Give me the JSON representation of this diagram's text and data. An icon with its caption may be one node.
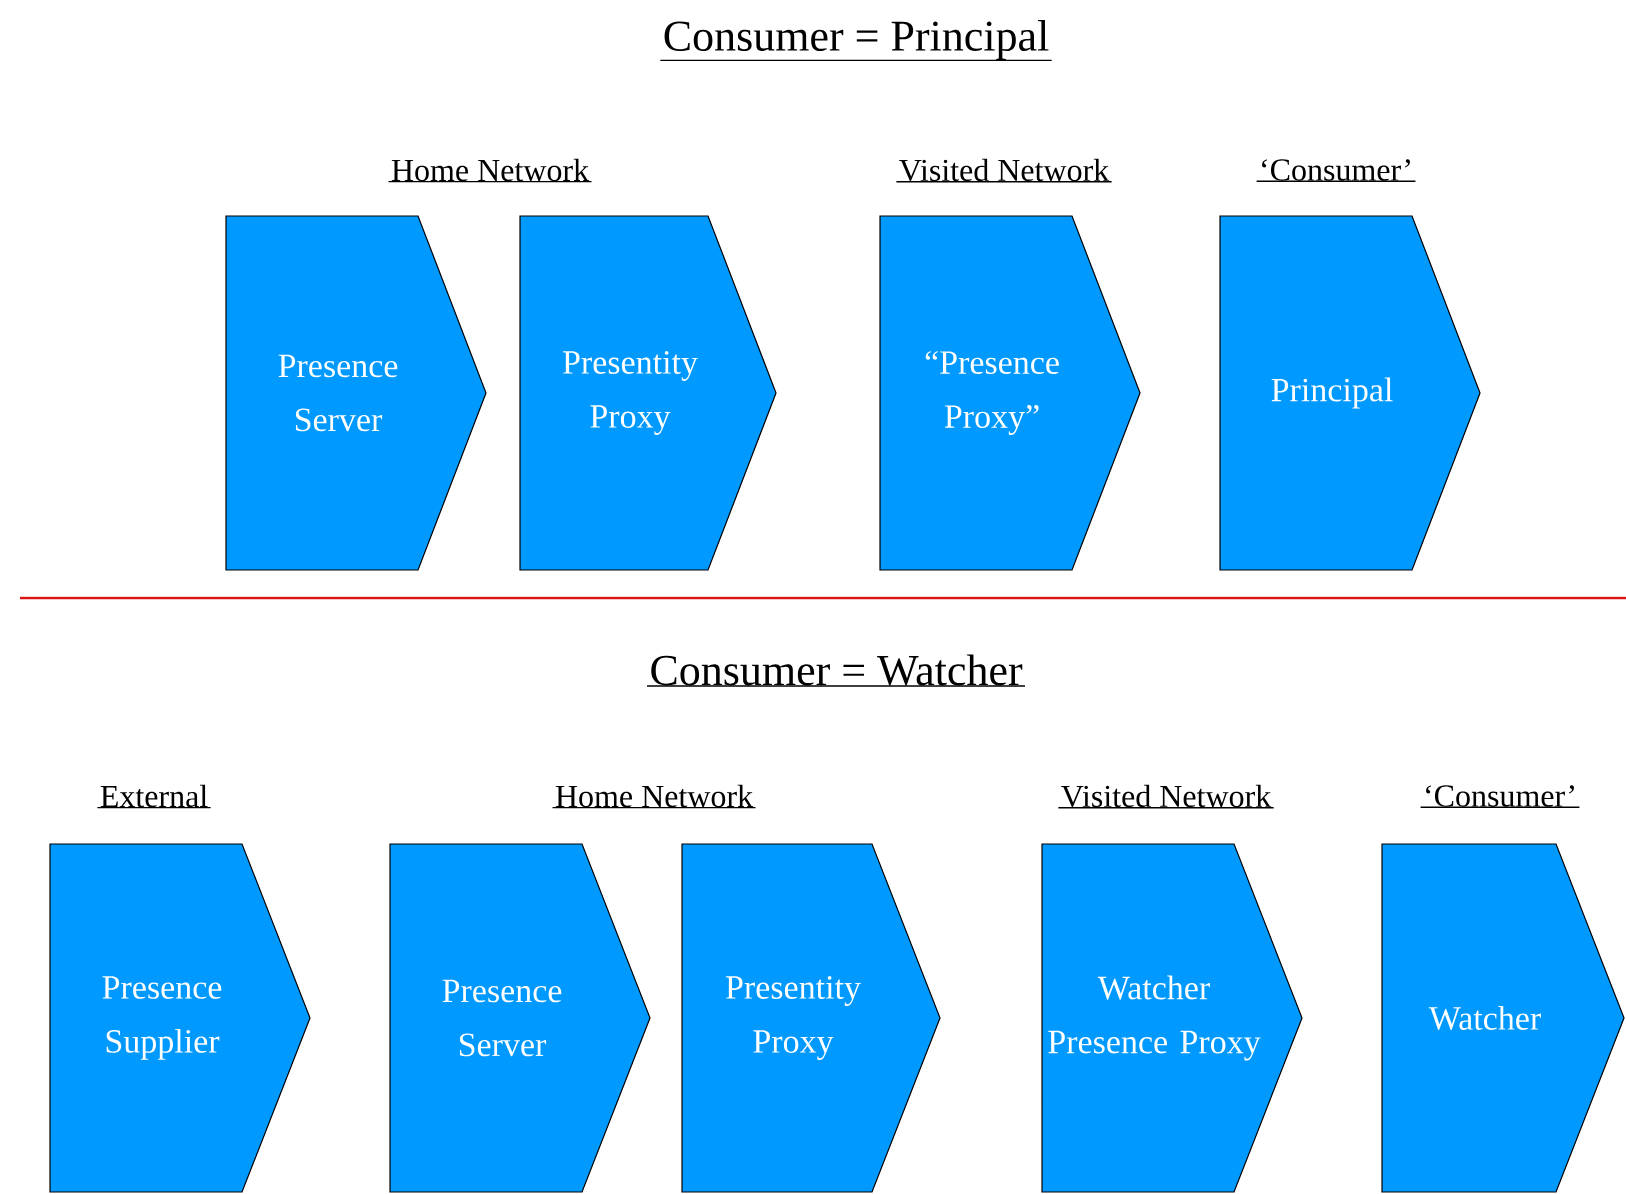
{
  "diagram": {
    "nodes": [
      {
        "text": [
          "Presence Server"
        ]
      },
      {
        "text": [
          "Presentity Proxy"
        ]
      },
      {
        "text": [
          "“Presence Proxy”"
        ]
      },
      {
        "text": [
          "Principal"
        ]
      },
      {
        "text": [
          "Presence Supplier"
        ]
      },
      {
        "text": [
          "Presence Server"
        ]
      },
      {
        "text": [
          "Presentity Proxy"
        ]
      },
      {
        "text": [
          "Watcher Presence Proxy"
        ]
      },
      {
        "text": [
          "Watcher"
        ]
      }
    ],
    "labels": [
      "Consumer = Principal",
      "Home Network",
      "Visited Network",
      "‘Consumer’",
      "Consumer = Watcher",
      "External",
      "Home Network",
      "Visited Network",
      "‘Consumer’"
    ]
  }
}
